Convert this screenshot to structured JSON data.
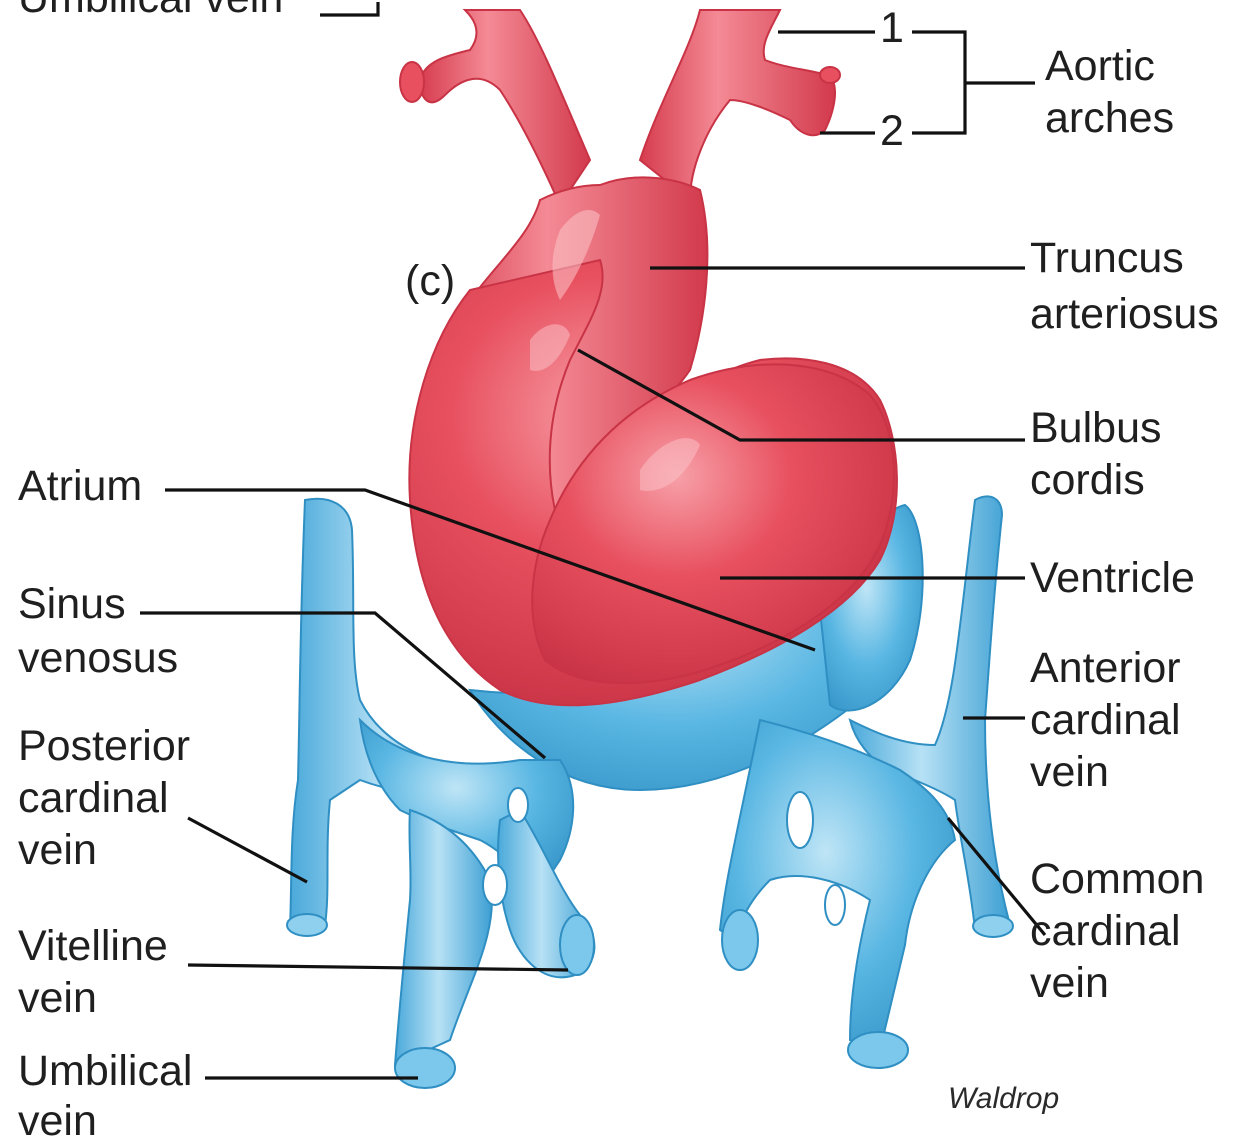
{
  "figure": {
    "panel_label": "(c)",
    "credit": "Waldrop",
    "colors": {
      "artery": "#e8505f",
      "artery_dark": "#c83345",
      "artery_light": "#f7a0a8",
      "vein": "#5ab7e3",
      "vein_dark": "#2f8fc3",
      "vein_light": "#bfe5f6"
    }
  },
  "labels": {
    "top_cut": "Umbilical vein",
    "arch_1": "1",
    "arch_2": "2",
    "aortic_arches": [
      "Aortic",
      "arches"
    ],
    "truncus_arteriosus": [
      "Truncus",
      "arteriosus"
    ],
    "bulbus_cordis": [
      "Bulbus",
      "cordis"
    ],
    "atrium": "Atrium",
    "ventricle": "Ventricle",
    "sinus_venosus": [
      "Sinus",
      "venosus"
    ],
    "anterior_cardinal_vein": [
      "Anterior",
      "cardinal",
      "vein"
    ],
    "posterior_cardinal_vein": [
      "Posterior",
      "cardinal",
      "vein"
    ],
    "common_cardinal_vein": [
      "Common",
      "cardinal",
      "vein"
    ],
    "vitelline_vein": [
      "Vitelline",
      "vein"
    ],
    "umbilical_vein": [
      "Umbilical",
      "vein"
    ]
  }
}
